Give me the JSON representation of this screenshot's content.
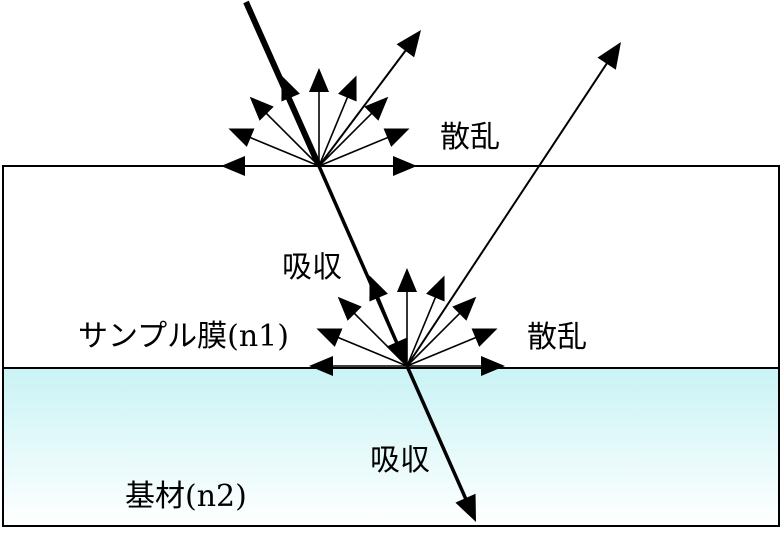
{
  "labels": {
    "scatter_top": "散乱",
    "absorb_film": "吸収",
    "film_name_jp": "サンプル膜",
    "film_name_index": "(n1)",
    "scatter_bottom": "散乱",
    "absorb_substrate": "吸収",
    "substrate_name_jp": "基材",
    "substrate_name_index": "(n2)"
  },
  "colors": {
    "film": "#ffffff",
    "substrate_top": "#c9f3f5",
    "substrate_bottom": "#ffffff",
    "line": "#000000"
  }
}
